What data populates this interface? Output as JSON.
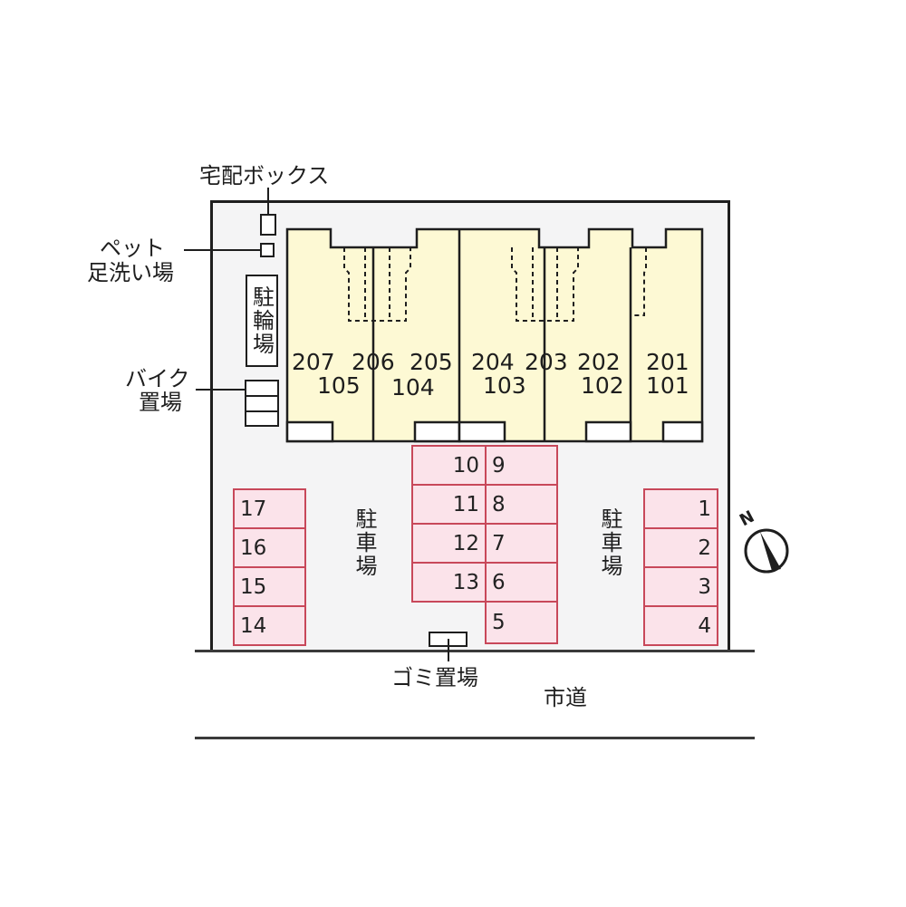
{
  "labels": {
    "delivery_box": "宅配ボックス",
    "pet_wash_line1": "ペット",
    "pet_wash_line2": "足洗い場",
    "bicycle_parking": "駐輪場",
    "bike_parking_line1": "バイク",
    "bike_parking_line2": "置場",
    "car_parking_left": "駐車場",
    "car_parking_right": "駐車場",
    "garbage": "ゴミ置場",
    "city_road": "市道",
    "compass_north": "N"
  },
  "building": {
    "units": [
      {
        "upper": "207",
        "lower": "105"
      },
      {
        "upper": "206",
        "lower": ""
      },
      {
        "upper": "205",
        "lower": "104"
      },
      {
        "upper": "204",
        "lower": "103"
      },
      {
        "upper": "203",
        "lower": ""
      },
      {
        "upper": "202",
        "lower": "102"
      },
      {
        "upper": "201",
        "lower": "101"
      }
    ],
    "fill_color": "#fdf9d4"
  },
  "parking": {
    "left_column": [
      "17",
      "16",
      "15",
      "14"
    ],
    "center_left_column": [
      "10",
      "11",
      "12",
      "13"
    ],
    "center_right_column": [
      "9",
      "8",
      "7",
      "6",
      "5"
    ],
    "right_column": [
      "1",
      "2",
      "3",
      "4"
    ],
    "fill_color": "#fbe3ea",
    "border_color": "#c8485a"
  }
}
